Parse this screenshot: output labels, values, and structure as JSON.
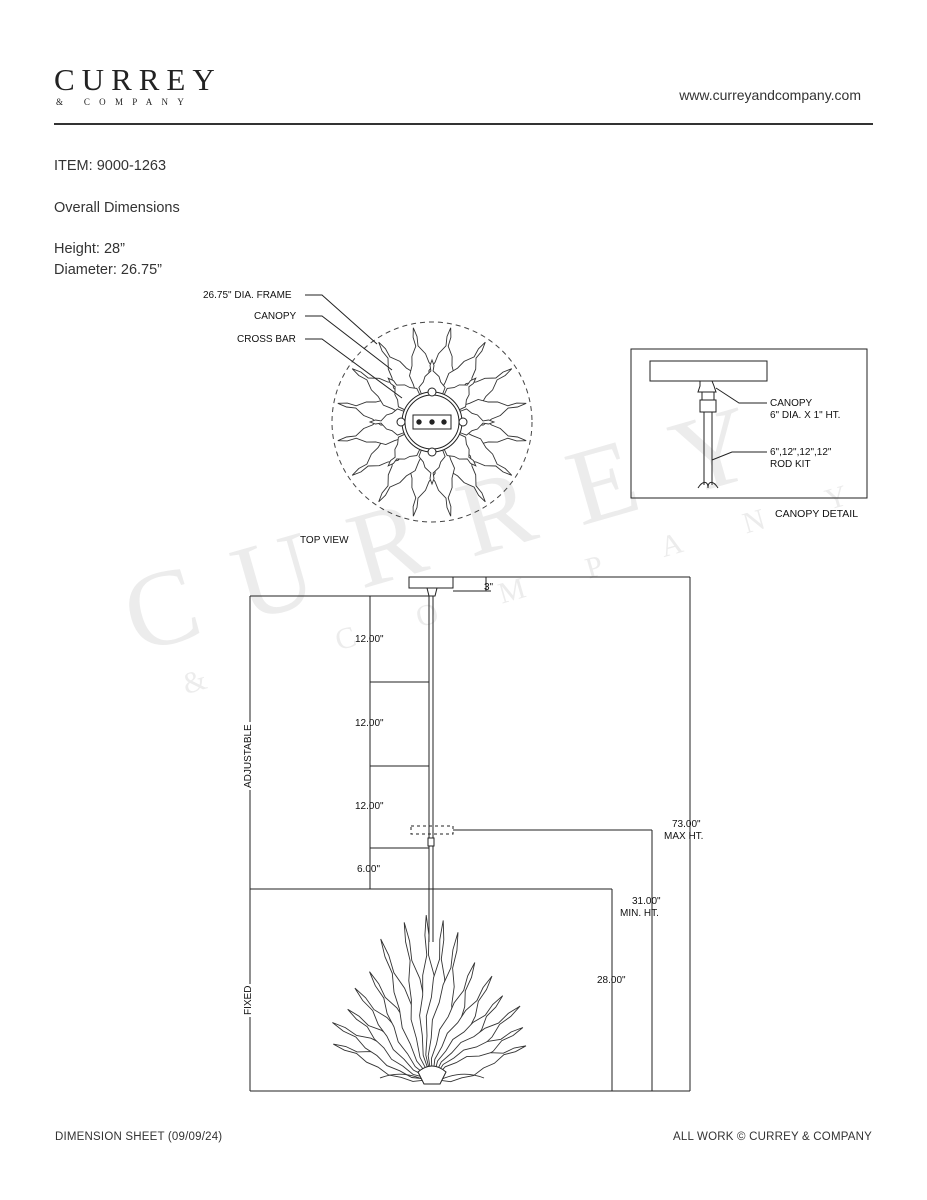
{
  "header": {
    "logo_main": "CURREY",
    "logo_sub": "& COMPANY",
    "website": "www.curreyandcompany.com"
  },
  "item": {
    "item_line": "ITEM: 9000-1263",
    "section": "Overall Dimensions",
    "height": "Height: 28”",
    "diameter": "Diameter: 26.75”"
  },
  "top_view": {
    "label_frame": "26.75\" DIA. FRAME",
    "label_canopy": "CANOPY",
    "label_crossbar": "CROSS BAR",
    "caption": "TOP VIEW"
  },
  "canopy_detail": {
    "label_canopy": "CANOPY",
    "label_canopy_size": "6\" DIA. X 1\" HT.",
    "label_rod": "6\",12\",12\",12\"",
    "label_rod_kit": "ROD KIT",
    "caption": "CANOPY DETAIL"
  },
  "side_view": {
    "canopy_height": "3\"",
    "rod_1": "12.00\"",
    "rod_2": "12.00\"",
    "rod_3": "12.00\"",
    "rod_4": "6.00\"",
    "adjustable": "ADJUSTABLE",
    "fixed": "FIXED",
    "max_height": "73.00\"",
    "max_label": "MAX HT.",
    "min_height": "31.00\"",
    "min_label": "MIN. HT.",
    "fixed_height": "28.00\""
  },
  "watermark": {
    "main": "CURREY",
    "sub": "& COMPANY"
  },
  "footer": {
    "left": "DIMENSION SHEET (09/09/24)",
    "right": "ALL WORK © CURREY & COMPANY"
  }
}
